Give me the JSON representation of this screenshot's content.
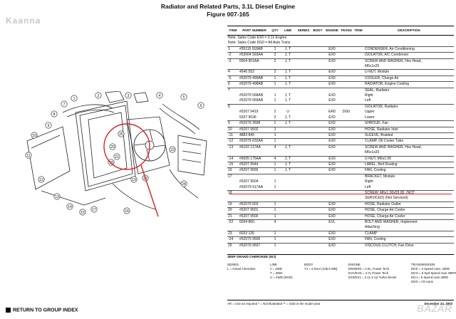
{
  "watermark": "Kaanna",
  "title": {
    "line1": "Radiator and Related Parts, 3.1L Diesel Engine",
    "line2": "Figure 007-165"
  },
  "table": {
    "headers": [
      "ITEM",
      "PART NUMBER",
      "QTY",
      "LINE",
      "SERIES",
      "BODY",
      "ENGINE",
      "TRANS",
      "TRIM",
      "DESCRIPTION"
    ],
    "notes": [
      "Note: Sales Code EX0 = 3.1L Engine",
      "Note: Sales Code DG0 = All Auto Trans"
    ],
    "rows": [
      [
        "1",
        "#55115 918AB",
        "1",
        "J, T",
        "",
        "",
        "EX0",
        "",
        "",
        "CONDENSER, Air Conditioning"
      ],
      [
        "-2",
        "#53004 593AA",
        "2",
        "J, T",
        "",
        "",
        "EX0",
        "",
        "",
        "ISOLATOR, A/C Condenser"
      ],
      [
        "-3",
        "6504 951AA",
        "2",
        "J, T",
        "",
        "",
        "EX0",
        "",
        "",
        "SCREW AND WASHER, Hex Head,"
      ],
      [
        "",
        "",
        "",
        "",
        "",
        "",
        "",
        "",
        "",
        "M6x1x25"
      ],
      [
        "4",
        "4546 552",
        "2",
        "J, T",
        "",
        "",
        "EX0",
        "",
        "",
        "U-NUT, Module"
      ],
      [
        "-5",
        "#52079 499AB",
        "1",
        "J, T",
        "",
        "",
        "EX0",
        "",
        "",
        "COOLER, Charge Air"
      ],
      [
        "6",
        "#52079 498AB",
        "1",
        "J, T",
        "",
        "",
        "EX0",
        "",
        "",
        "RADIATOR, Engine Cooling"
      ],
      [
        "7",
        "",
        "",
        "",
        "",
        "",
        "",
        "",
        "",
        "SEAL, Radiator"
      ],
      [
        "",
        "#52079 568AB",
        "1",
        "J, T",
        "",
        "",
        "EX0",
        "",
        "",
        "Right"
      ],
      [
        "",
        "#52079 569AB",
        "1",
        "J, T",
        "",
        "",
        "EX0",
        "",
        "",
        "Left"
      ],
      [
        "8",
        "",
        "",
        "",
        "",
        "",
        "",
        "",
        "",
        "ISOLATOR, Radiator"
      ],
      [
        "",
        "#5207 9419",
        "2",
        "U",
        "",
        "",
        "ER0",
        "DG0",
        "",
        "Upper"
      ],
      [
        "",
        "5207 9536",
        "2",
        "J, T",
        "",
        "",
        "EX0",
        "",
        "",
        "Lower"
      ],
      [
        "9",
        "#52079 3508",
        "1",
        "J, T",
        "",
        "",
        "EX0",
        "",
        "",
        "SHROUD, Fan"
      ],
      [
        "10",
        "#5207 9502",
        "1",
        "",
        "",
        "",
        "EX0",
        "",
        "",
        "HOSE, Radiator Inlet"
      ],
      [
        "-11",
        "4883 845",
        "1",
        "",
        "",
        "",
        "EX0",
        "",
        "",
        "SLEEVE, Braided"
      ],
      [
        "-12",
        "#52079 632AA",
        "1",
        "",
        "",
        "",
        "EX0",
        "",
        "",
        "CLAMP, Oil Cooler Tube"
      ],
      [
        "-13",
        "#6102 117AA",
        "4",
        "J, T",
        "",
        "",
        "EX0",
        "",
        "",
        "SCREW AND WASHER, Hex Head,"
      ],
      [
        "",
        "",
        "",
        "",
        "",
        "",
        "",
        "",
        "",
        "M6x1x20"
      ],
      [
        "-14",
        "#6505 175AA",
        "4",
        "J, T",
        "",
        "",
        "EX0",
        "",
        "",
        "U-NUT, M6x1.00"
      ],
      [
        "-15",
        "#5207 9544",
        "1",
        "J, T",
        "",
        "",
        "EX0",
        "",
        "",
        "LABEL, Belt Routing"
      ],
      [
        "16",
        "#5207 9555",
        "1",
        "J, T",
        "",
        "",
        "EX0",
        "",
        "",
        "FAN, Cooling"
      ],
      [
        "17",
        "",
        "",
        "",
        "",
        "",
        "",
        "",
        "",
        "BRACKET, Module"
      ],
      [
        "",
        "#5207 9504",
        "1",
        "",
        "",
        "",
        "",
        "",
        "",
        "Right"
      ],
      [
        "",
        "#52079 617AA",
        "1",
        "",
        "",
        "",
        "",
        "",
        "",
        "Left"
      ],
      [
        "18",
        "",
        "",
        "",
        "",
        "",
        "",
        "",
        "",
        "SCREW, M6x1.00x55.00, (NOT"
      ],
      [
        "",
        "",
        "",
        "",
        "",
        "",
        "",
        "",
        "",
        "SERVICED) (Not Serviced)"
      ],
      [
        "19",
        "#52079 503",
        "1",
        "",
        "",
        "",
        "EX0",
        "",
        "",
        "HOSE, Radiator Outlet"
      ],
      [
        "20",
        "#5207 9501",
        "1",
        "",
        "",
        "",
        "EX0",
        "",
        "",
        "HOSE, Charge Air Cooler"
      ],
      [
        "21",
        "#5207 9500",
        "1",
        "",
        "",
        "",
        "EX0",
        "",
        "",
        "HOSE, Charge Air Cooler"
      ],
      [
        "-22",
        "6034 860",
        "4",
        "",
        "",
        "",
        "EVL",
        "",
        "",
        "BOLT AND WASHER, Implement"
      ],
      [
        "",
        "",
        "",
        "",
        "",
        "",
        "",
        "",
        "",
        "Attaching"
      ],
      [
        "23",
        "6033 135",
        "1",
        "",
        "",
        "",
        "EX0",
        "",
        "",
        "CLAMP"
      ],
      [
        "-24",
        "#52079 9506",
        "1",
        "",
        "",
        "",
        "EX0",
        "",
        "",
        "FAN, Cooling"
      ],
      [
        "25",
        "#52079 9507",
        "1",
        "",
        "",
        "",
        "EX0",
        "",
        "",
        "VISCOUS CLUTCH, Fan Drive"
      ]
    ]
  },
  "vehicle_info": {
    "title": "JEEP GRAND CHEROKEE (WJ)",
    "series_col": [
      "SERIES",
      "L = Grand Cherokee"
    ],
    "line_col": [
      "LINE",
      "J = 4WD",
      "T = 2WD",
      "U = 4WD (RHD)"
    ],
    "body_col": [
      "BODY",
      "74 = 4 Door (105.9 WB)"
    ],
    "engine_col": [
      "ENGINE",
      "ER0/ER0 = 4.0L, Power Tech",
      "EVA/EVD = 4.7L Power Tech",
      "EX0/EX1 = 3.1L 5 cyl Turbo Diesel"
    ],
    "trans_col": [
      "TRANSMISSION",
      "DGK = 4 Speed Auto, 42RE",
      "DGH = 5 Spd Speed Auto 45RFE",
      "DGJ = 5 Speed Auto 45RE",
      "DG0 = All Autos"
    ]
  },
  "footer": {
    "return_label": "RETURN TO GROUP INDEX",
    "legend": "AR = Use as required   * = Not Illustrated   ** = Sold in the model year",
    "date": "December 24, 2003"
  },
  "logo_text": "BAZAR"
}
